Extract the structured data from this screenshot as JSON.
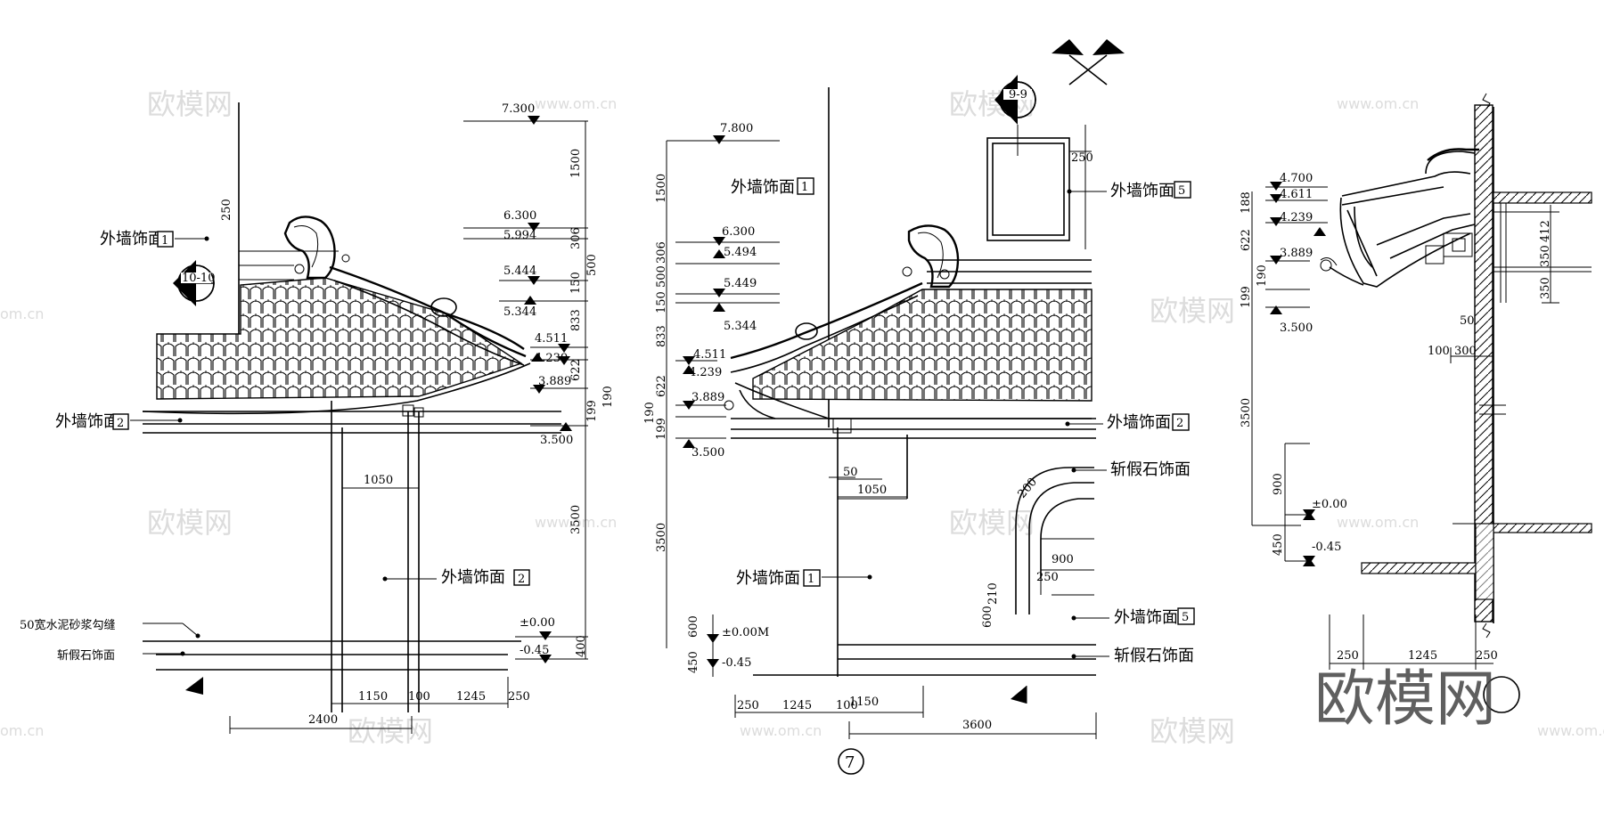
{
  "watermark": {
    "cn": "欧模网",
    "url": "www.om.cn",
    "domain": "om.cn",
    "brand_large": "欧模网"
  },
  "left": {
    "labels": {
      "wall1": "外墙饰面",
      "wall1_num": "1",
      "wall2": "外墙饰面",
      "wall2_num": "2",
      "wall2b": "外墙饰面",
      "wall2b_num": "2",
      "joint": "50宽水泥砂浆勾缝",
      "stone": "斩假石饰面"
    },
    "section_mark": "10-10",
    "elevations": [
      "7.300",
      "6.300",
      "5.994",
      "5.444",
      "5.344",
      "4.511",
      "4.239",
      "3.889",
      "3.500",
      "±0.00",
      "-0.45"
    ],
    "dims": {
      "d250": "250",
      "d1500": "1500",
      "d306": "306",
      "d500": "500",
      "d150": "150",
      "d833": "833",
      "d622": "622",
      "d190": "190",
      "d199": "199",
      "d3500": "3500",
      "d400": "400",
      "d1050": "1050",
      "d1150": "1150",
      "d100": "100",
      "d1245": "1245",
      "d250b": "250",
      "d2400": "2400"
    }
  },
  "middle": {
    "labels": {
      "wall1": "外墙饰面",
      "wall1_num": "1",
      "wall5": "外墙饰面",
      "wall5_num": "5",
      "wall2": "外墙饰面",
      "wall2_num": "2",
      "stone": "斩假石饰面",
      "wall1b": "外墙饰面",
      "wall1b_num": "1",
      "wall5b": "外墙饰面",
      "wall5b_num": "5",
      "stone2": "斩假石饰面"
    },
    "section_mark": "9-9",
    "detail_number": "7",
    "elevations": [
      "7.800",
      "6.300",
      "5.494",
      "5.449",
      "5.344",
      "4.511",
      "4.239",
      "3.889",
      "3.500",
      "±0.00M",
      "-0.45"
    ],
    "dims": {
      "d1500": "1500",
      "d306": "306",
      "d500": "150 500",
      "d833": "833",
      "d622": "622",
      "d190": "190",
      "d199": "199",
      "d3500": "3500",
      "d600": "600",
      "d450": "450",
      "d250": "250",
      "d50": "50",
      "d1050": "1050",
      "d200": "200",
      "d900": "900",
      "d250c": "250",
      "d600b": "600",
      "d210": "210",
      "d250b": "250",
      "d1245": "1245",
      "d100": "100",
      "d1150": "1150",
      "d3600": "3600"
    }
  },
  "right": {
    "elevations": [
      "4.700",
      "4.611",
      "4.239",
      "3.889",
      "3.500",
      "±0.00",
      "-0.45"
    ],
    "dims": {
      "d188": "188",
      "d622": "622",
      "d190": "190",
      "d199": "199",
      "d3500": "3500",
      "d900": "900",
      "d450": "450",
      "d412": "412",
      "d350a": "350",
      "d350b": "350",
      "d50": "50",
      "d100": "100",
      "d300": "300",
      "d250a": "250",
      "d1245": "1245",
      "d250b": "250"
    }
  }
}
